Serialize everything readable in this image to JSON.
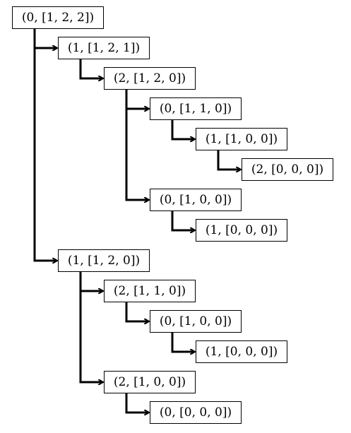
{
  "tree": {
    "nodes": [
      {
        "id": "n0",
        "label": "(0, [1, 2, 2])",
        "depth": 0,
        "parent": null
      },
      {
        "id": "n1",
        "label": "(1, [1, 2, 1])",
        "depth": 1,
        "parent": "n0"
      },
      {
        "id": "n2",
        "label": "(2, [1, 2, 0])",
        "depth": 2,
        "parent": "n1"
      },
      {
        "id": "n3",
        "label": "(0, [1, 1, 0])",
        "depth": 3,
        "parent": "n2"
      },
      {
        "id": "n4",
        "label": "(1, [1, 0, 0])",
        "depth": 4,
        "parent": "n3"
      },
      {
        "id": "n5",
        "label": "(2, [0, 0, 0])",
        "depth": 5,
        "parent": "n4"
      },
      {
        "id": "n6",
        "label": "(0, [1, 0, 0])",
        "depth": 3,
        "parent": "n2"
      },
      {
        "id": "n7",
        "label": "(1, [0, 0, 0])",
        "depth": 4,
        "parent": "n6"
      },
      {
        "id": "n8",
        "label": "(1, [1, 2, 0])",
        "depth": 1,
        "parent": "n0"
      },
      {
        "id": "n9",
        "label": "(2, [1, 1, 0])",
        "depth": 2,
        "parent": "n8"
      },
      {
        "id": "n10",
        "label": "(0, [1, 0, 0])",
        "depth": 3,
        "parent": "n9"
      },
      {
        "id": "n11",
        "label": "(1, [0, 0, 0])",
        "depth": 4,
        "parent": "n10"
      },
      {
        "id": "n12",
        "label": "(2, [1, 0, 0])",
        "depth": 2,
        "parent": "n8"
      },
      {
        "id": "n13",
        "label": "(0, [0, 0, 0])",
        "depth": 3,
        "parent": "n12"
      }
    ]
  }
}
